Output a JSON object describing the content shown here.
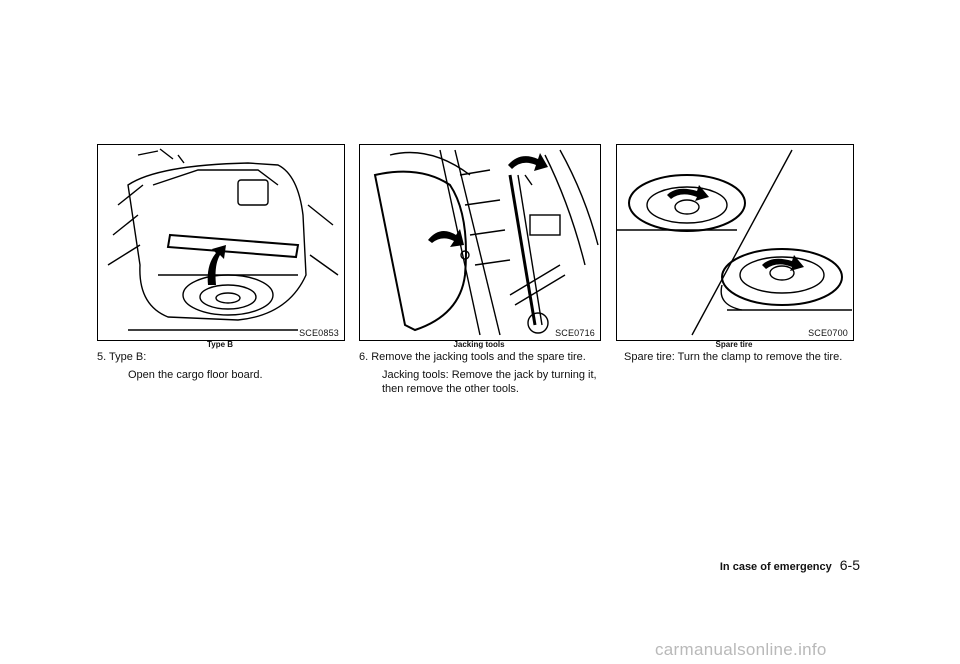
{
  "figures": [
    {
      "code": "SCE0853",
      "caption": "Type B"
    },
    {
      "code": "SCE0716",
      "caption": "Jacking tools"
    },
    {
      "code": "SCE0700",
      "caption": "Spare tire"
    }
  ],
  "step5": {
    "label": "5.  Type B:",
    "text": "Open the cargo floor board."
  },
  "step6": {
    "label": "6.  Remove the jacking tools and the spare tire.",
    "line1": "Jacking tools: Remove the jack by turning it,",
    "line2": "then remove the other tools."
  },
  "spare_text": "Spare tire: Turn the clamp to remove the tire.",
  "footer": {
    "section": "In case of emergency",
    "page": "6-5"
  },
  "watermark": "carmanualsonline.info"
}
